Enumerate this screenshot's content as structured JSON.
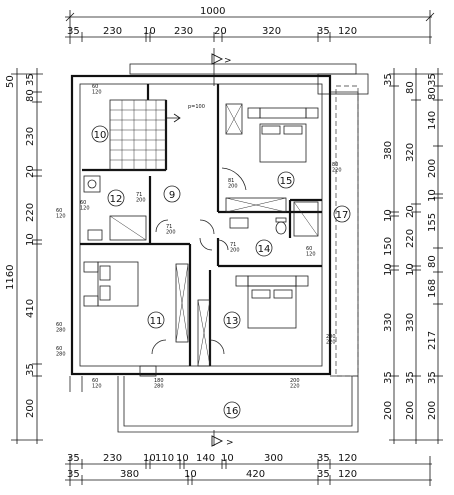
{
  "dimensions": {
    "top_total": "1000",
    "top_segments": [
      "35",
      "230",
      "10",
      "230",
      "20",
      "320",
      "35",
      "120"
    ],
    "bottom_segments_1": [
      "35",
      "230",
      "10",
      "110",
      "10",
      "140",
      "10",
      "300",
      "35",
      "120"
    ],
    "bottom_segments_2": [
      "35",
      "380",
      "10",
      "420",
      "35",
      "120"
    ],
    "left_total": "1160",
    "left_top_small": [
      "50",
      "35",
      "80"
    ],
    "left_segments": [
      "230",
      "20",
      "220",
      "10",
      "410",
      "35",
      "200"
    ],
    "right_col_1": [
      "35",
      "380",
      "10",
      "150",
      "10",
      "330",
      "35",
      "200"
    ],
    "right_col_2": [
      "80",
      "320",
      "20",
      "220",
      "10",
      "330",
      "35",
      "200"
    ],
    "right_col_3": [
      "35",
      "80",
      "140",
      "200",
      "10",
      "155",
      "80",
      "168",
      "217",
      "35",
      "200"
    ]
  },
  "openings": {
    "o1": "60\n120",
    "o2": "p=100",
    "o3": "80\n220",
    "o4": "81\n200",
    "o5": "71\n200",
    "o6": "60\n120",
    "o7": "60\n120",
    "o8": "71\n200",
    "o9": "71\n200",
    "o10": "60\n280",
    "o11": "60\n280",
    "o12": "60\n120",
    "o13": "180\n280",
    "o14": "200\n220",
    "o15": "200\n220",
    "o16": "60\n120"
  },
  "rooms": [
    "10",
    "12",
    "9",
    "15",
    "14",
    "11",
    "13",
    "17",
    "16"
  ]
}
